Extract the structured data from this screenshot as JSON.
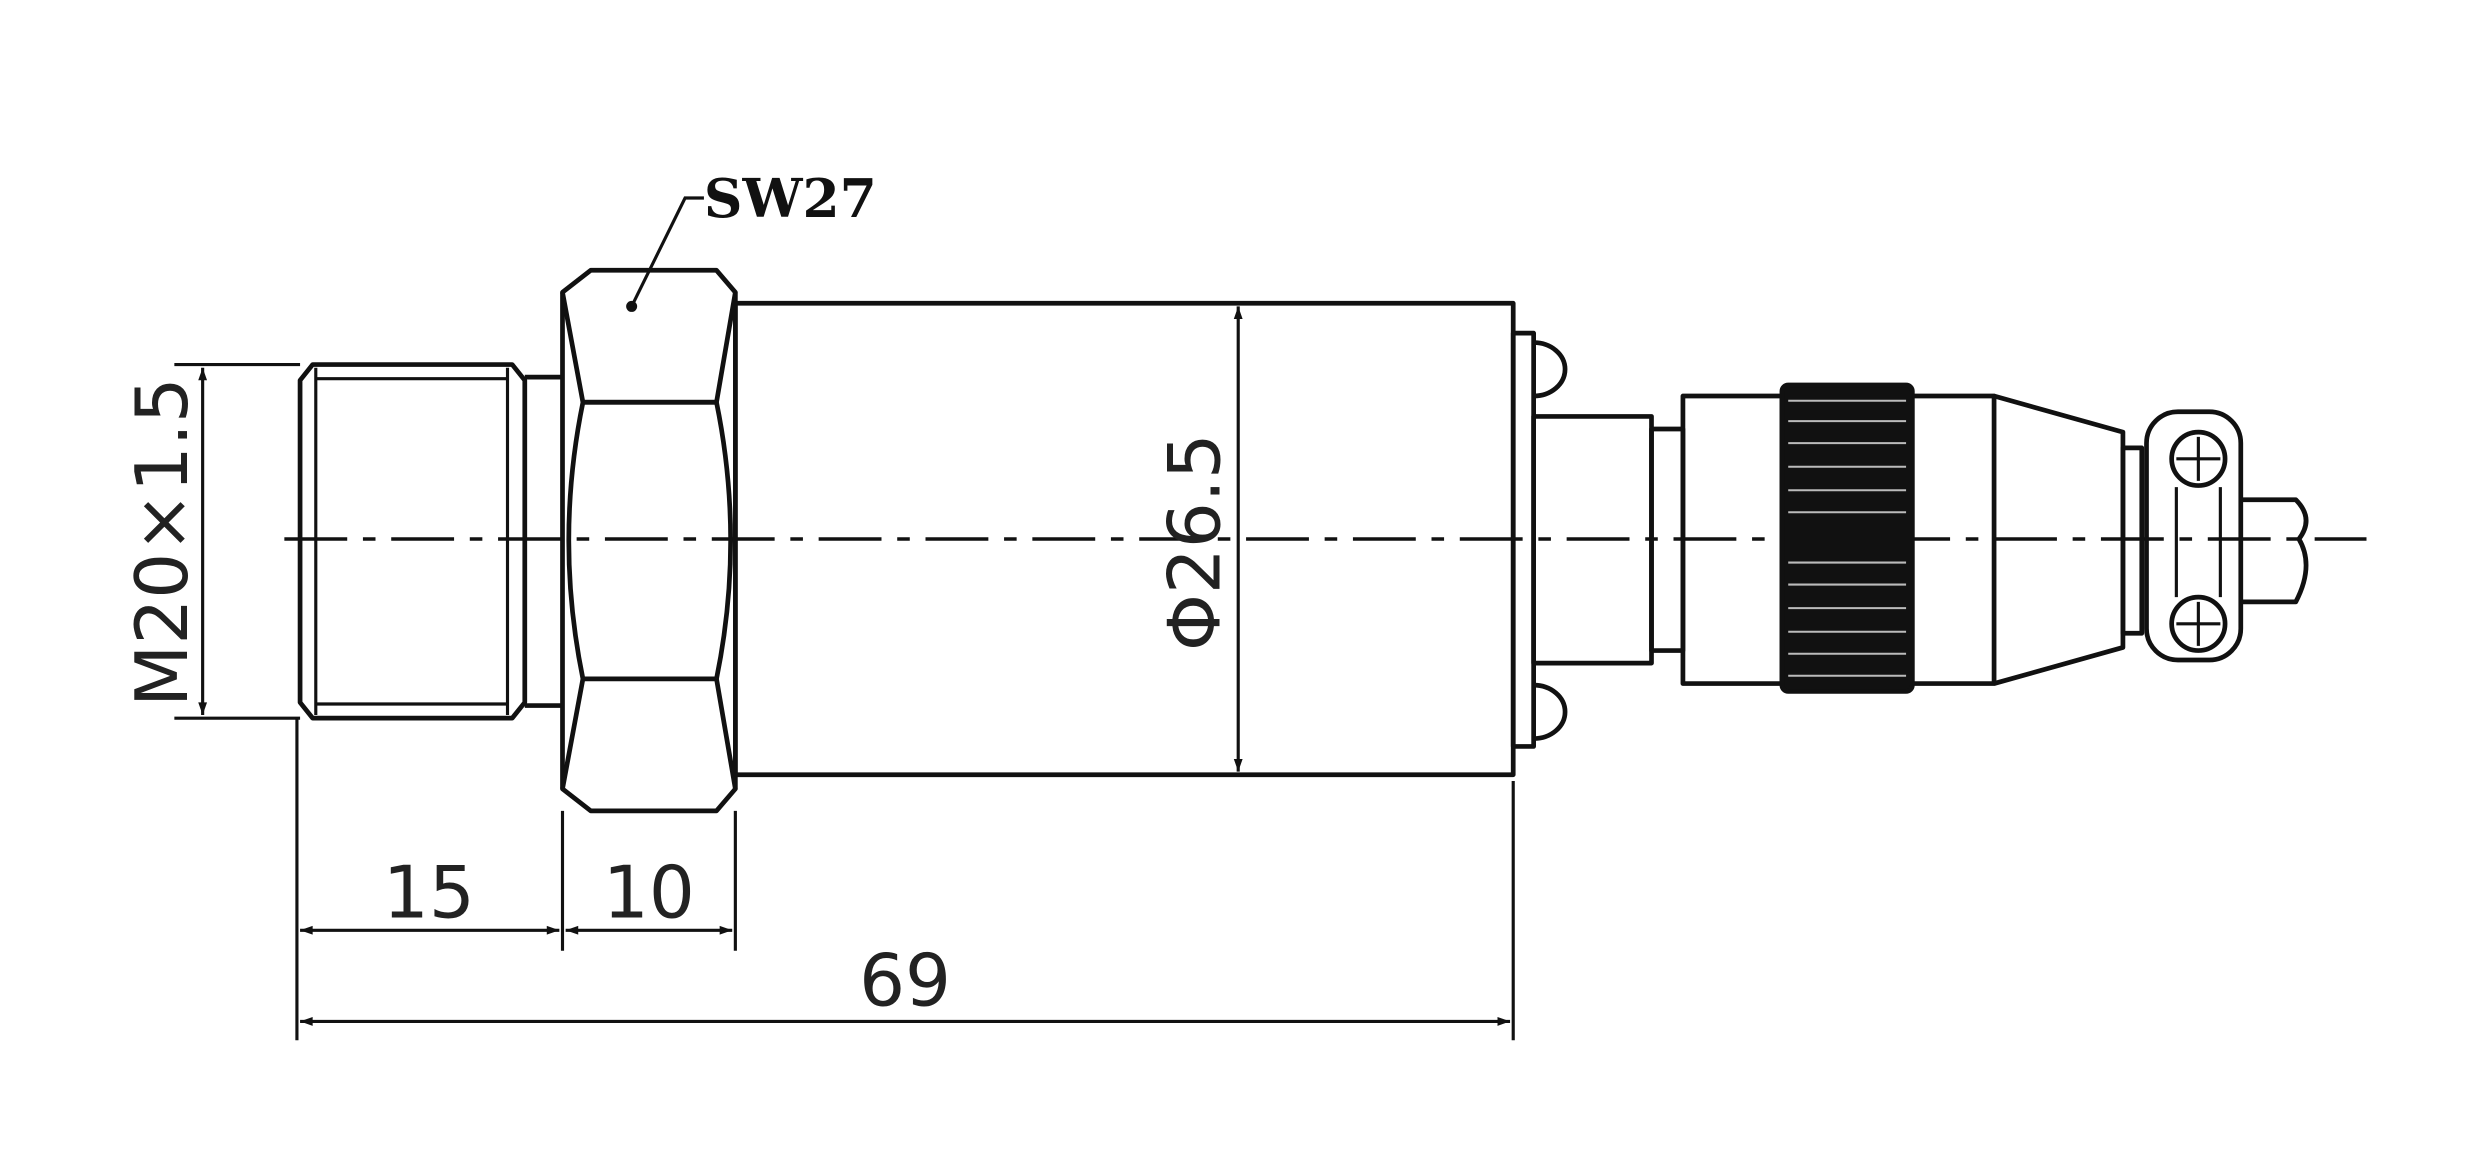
{
  "drawing": {
    "callout_label": "SW27",
    "dimensions": {
      "thread": "M20×1.5",
      "body_diameter": "Φ26.5",
      "thread_length": "15",
      "hex_length": "10",
      "overall_length": "69"
    },
    "line_color": "#111111",
    "background": "#ffffff"
  }
}
